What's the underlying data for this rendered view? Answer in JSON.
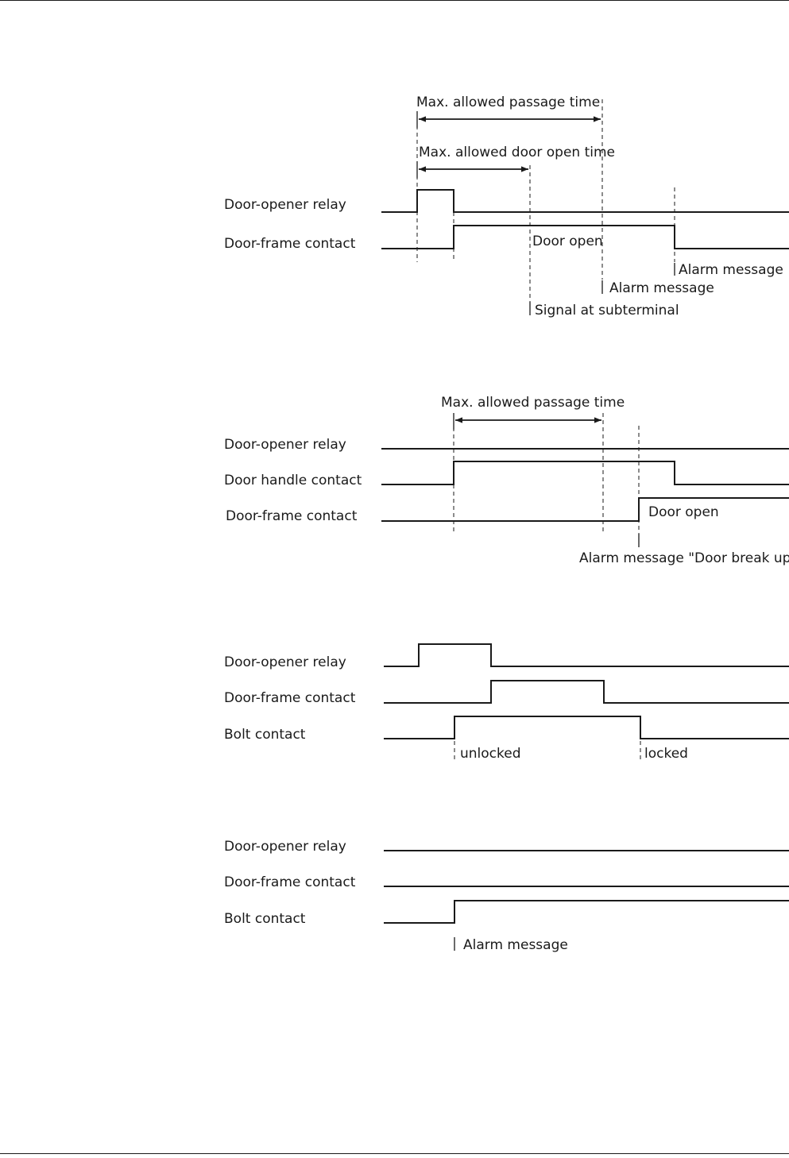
{
  "diagrams": [
    {
      "signals": [
        {
          "label": "Door-opener relay"
        },
        {
          "label": "Door-frame contact"
        }
      ],
      "spans": [
        {
          "label": "Max. allowed passage time"
        },
        {
          "label": "Max. allowed door open time"
        }
      ],
      "annotations": [
        {
          "text": "Door open"
        },
        {
          "text": "Alarm message"
        },
        {
          "text": "Alarm message"
        },
        {
          "text": "Signal at subterminal"
        }
      ]
    },
    {
      "signals": [
        {
          "label": "Door-opener relay"
        },
        {
          "label": "Door handle contact"
        },
        {
          "label": "Door-frame contact"
        }
      ],
      "spans": [
        {
          "label": "Max. allowed passage time"
        }
      ],
      "annotations": [
        {
          "text": "Door open"
        },
        {
          "text": "Alarm message \"Door break up\""
        }
      ]
    },
    {
      "signals": [
        {
          "label": "Door-opener relay"
        },
        {
          "label": "Door-frame contact"
        },
        {
          "label": "Bolt contact"
        }
      ],
      "spans": [],
      "annotations": [
        {
          "text": "unlocked"
        },
        {
          "text": "locked"
        }
      ]
    },
    {
      "signals": [
        {
          "label": "Door-opener relay"
        },
        {
          "label": "Door-frame contact"
        },
        {
          "label": "Bolt contact"
        }
      ],
      "spans": [],
      "annotations": [
        {
          "text": "Alarm message"
        }
      ]
    }
  ]
}
